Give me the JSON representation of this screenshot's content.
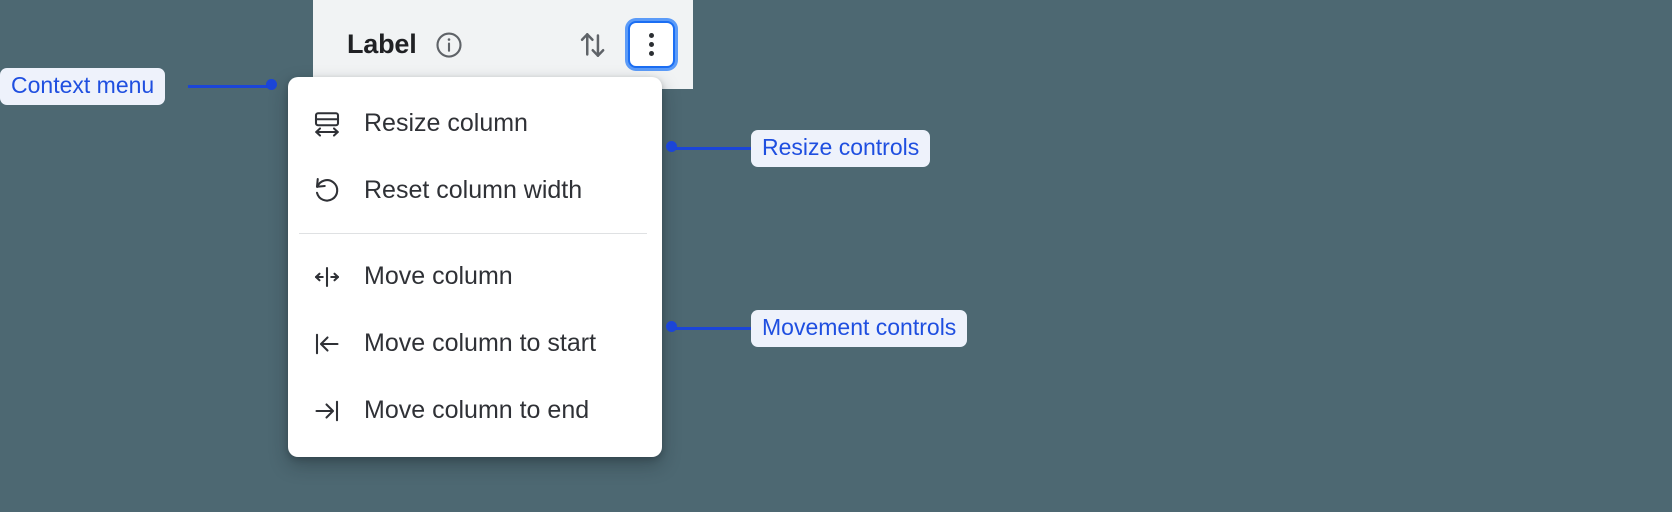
{
  "background_color": "#4d6872",
  "accent_color": "#1b45d8",
  "header": {
    "title": "Label",
    "info_icon": "info-circle-icon",
    "sort_icon": "sort-arrows-icon",
    "kebab_icon": "more-vert-icon",
    "kebab_focused": true
  },
  "context_menu": {
    "groups": [
      {
        "name": "resize",
        "items": [
          {
            "icon": "resize-column-icon",
            "label": "Resize column"
          },
          {
            "icon": "reset-width-icon",
            "label": "Reset column width"
          }
        ]
      },
      {
        "name": "movement",
        "items": [
          {
            "icon": "move-column-icon",
            "label": "Move column"
          },
          {
            "icon": "move-to-start-icon",
            "label": "Move column to start"
          },
          {
            "icon": "move-to-end-icon",
            "label": "Move column to end"
          }
        ]
      }
    ]
  },
  "annotations": [
    {
      "id": "context-menu",
      "label": "Context menu"
    },
    {
      "id": "resize",
      "label": "Resize controls"
    },
    {
      "id": "movement",
      "label": "Movement controls"
    }
  ]
}
